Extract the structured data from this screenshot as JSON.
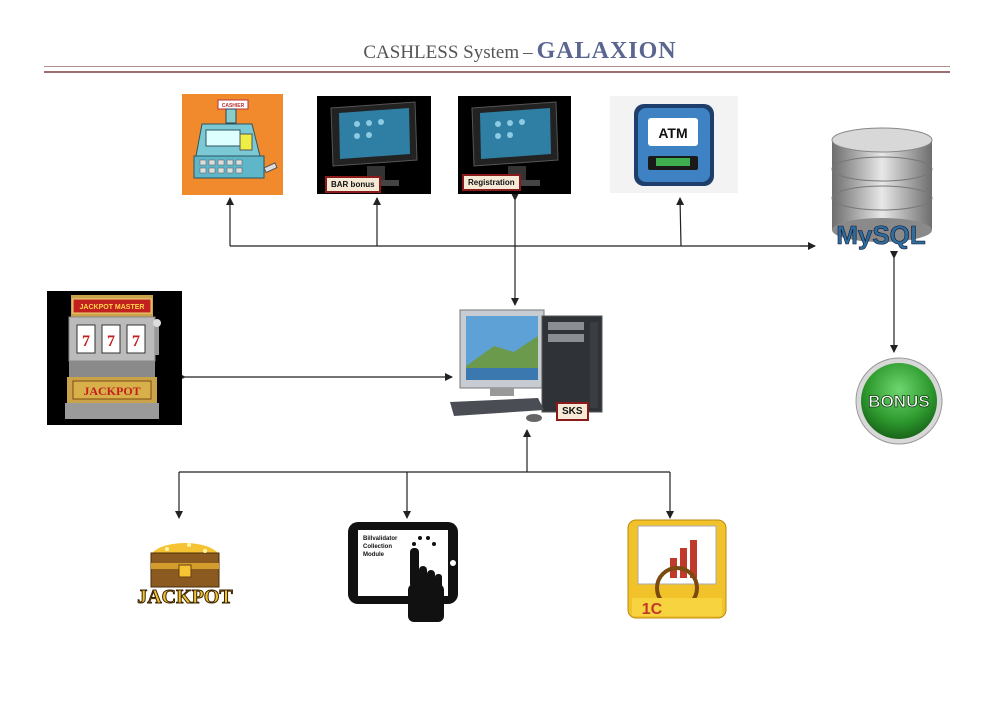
{
  "header": {
    "title_prefix": "CASHLESS System",
    "dash": "–",
    "title_brand": "GALAXION"
  },
  "nodes": {
    "cashier": {
      "sign": "CASHIER"
    },
    "bar_bonus": {
      "label": "BAR bonus"
    },
    "registration": {
      "label": "Registration"
    },
    "atm": {
      "label": "ATM"
    },
    "mysql": {
      "label": "MySQL"
    },
    "slot": {
      "top_label": "JACKPOT MASTER",
      "bottom_label": "JACKPOT",
      "reels": [
        "7",
        "7",
        "7"
      ]
    },
    "server": {
      "label": "SKS"
    },
    "bonus": {
      "label": "BONUS"
    },
    "jackpot": {
      "label": "JACKPOT"
    },
    "billvalidator": {
      "line1": "Billvalidator",
      "line2": "Collection",
      "line3": "Module"
    },
    "onec": {
      "label": "1С"
    }
  },
  "colors": {
    "wire": "#222222",
    "accent_red": "#8b1a1a",
    "bonus_green": "#2e9a2e",
    "brand": "#5a6690"
  }
}
